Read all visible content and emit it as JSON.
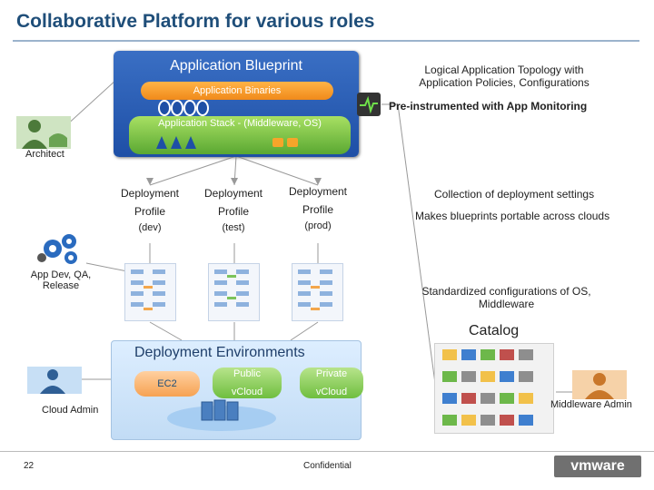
{
  "title": "Collaborative Platform for various roles",
  "blueprint": {
    "title": "Application Blueprint",
    "binaries": "Application Binaries",
    "stack": "Application Stack - (Middleware, OS)"
  },
  "notes": {
    "topology": "Logical  Application Topology with Application Policies, Configurations",
    "monitoring": "Pre-instrumented with App Monitoring",
    "collection": "Collection of deployment settings",
    "portable": "Makes blueprints portable across clouds",
    "standardized": "Standardized configurations of OS, Middleware"
  },
  "roles": {
    "architect": "Architect",
    "appdev": "App Dev, QA, Release",
    "cloud_admin": "Cloud Admin",
    "middleware_admin": "Middleware Admin"
  },
  "profiles": [
    {
      "line1": "Deployment",
      "line2": "Profile",
      "line3": "(dev)"
    },
    {
      "line1": "Deployment",
      "line2": "Profile",
      "line3": "(test)"
    },
    {
      "line1": "Deployment",
      "line2": "Profile",
      "line3": "(prod)"
    }
  ],
  "catalog": "Catalog",
  "environments": {
    "title": "Deployment  Environments",
    "ec2": "EC2",
    "public_1": "Public",
    "public_2": "vCloud",
    "private_1": "Private",
    "private_2": "vCloud"
  },
  "footer": {
    "page": "22",
    "confidential": "Confidential",
    "brand": "vmware"
  },
  "colors": {
    "title": "#1f4e79",
    "blueprint": "#2a5cb5",
    "orange": "#f08a1a",
    "green": "#6fbe3f"
  }
}
